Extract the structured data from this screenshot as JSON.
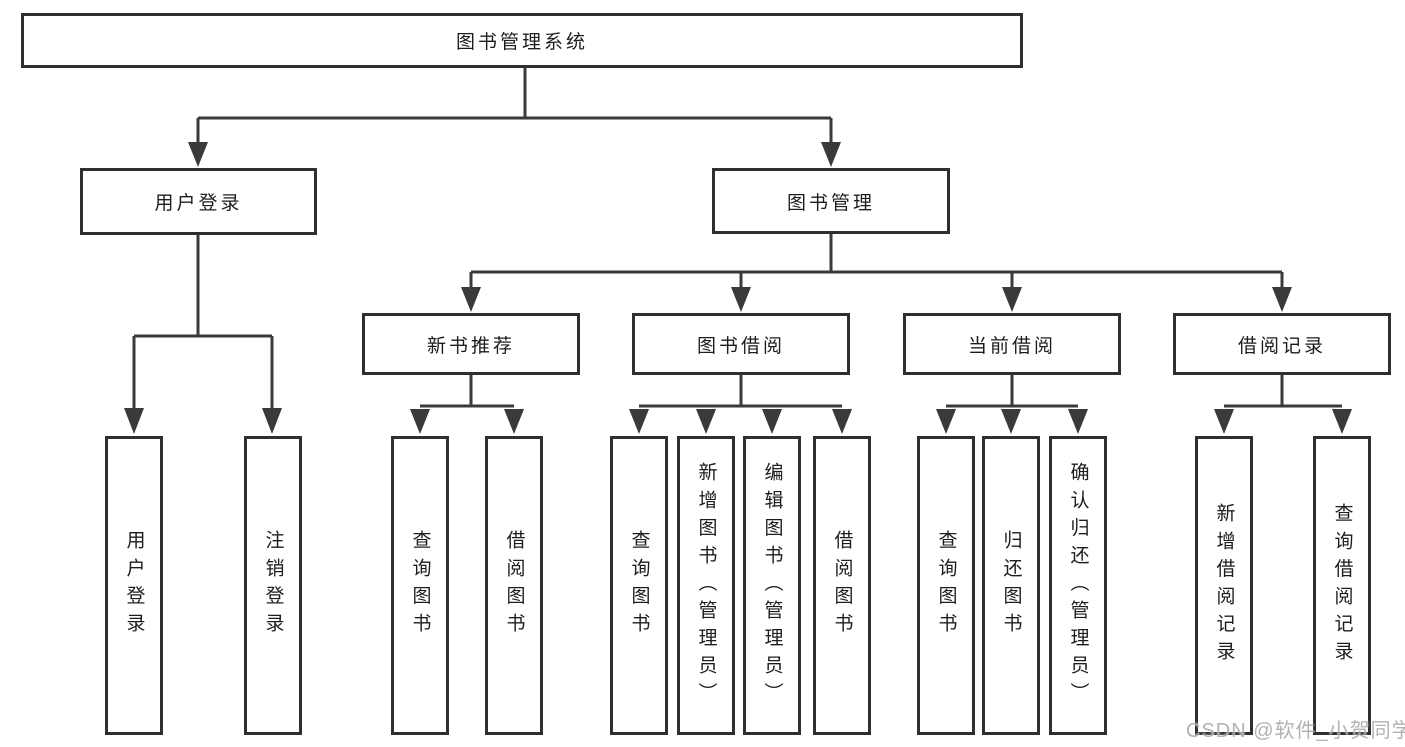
{
  "diagram_type": "hierarchy-tree",
  "tree": {
    "root": {
      "label": "图书管理系统"
    },
    "level2": [
      {
        "label": "用户登录",
        "children": [
          {
            "label": "用户登录"
          },
          {
            "label": "注销登录"
          }
        ]
      },
      {
        "label": "图书管理",
        "children": [
          {
            "label": "新书推荐",
            "children": [
              {
                "label": "查询图书"
              },
              {
                "label": "借阅图书"
              }
            ]
          },
          {
            "label": "图书借阅",
            "children": [
              {
                "label": "查询图书"
              },
              {
                "label": "新增图书（管理员）"
              },
              {
                "label": "编辑图书（管理员）"
              },
              {
                "label": "借阅图书"
              }
            ]
          },
          {
            "label": "当前借阅",
            "children": [
              {
                "label": "查询图书"
              },
              {
                "label": "归还图书"
              },
              {
                "label": "确认归还（管理员）"
              }
            ]
          },
          {
            "label": "借阅记录",
            "children": [
              {
                "label": "新增借阅记录"
              },
              {
                "label": "查询借阅记录"
              }
            ]
          }
        ]
      }
    ]
  },
  "watermark": {
    "text": "CSDN @软件_小贺同学"
  },
  "colors": {
    "background": "#ffffff",
    "box_border": "#2f2f2f",
    "connector_line": "#3a3a3a",
    "text": "#1d1d1d",
    "watermark": "#a5a5a5"
  }
}
